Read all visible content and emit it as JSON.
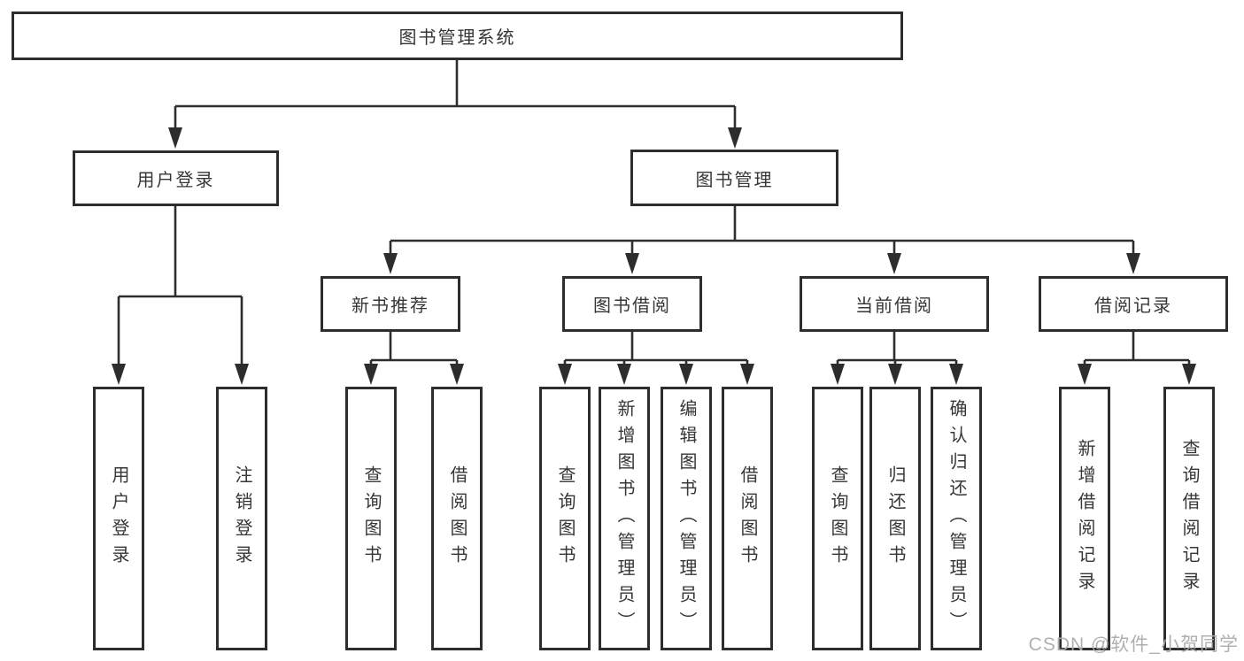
{
  "diagram": {
    "tree": {
      "label": "图书管理系统",
      "children": [
        {
          "label": "用户登录",
          "children": [
            {
              "label": "用户登录"
            },
            {
              "label": "注销登录"
            }
          ]
        },
        {
          "label": "图书管理",
          "children": [
            {
              "label": "新书推荐",
              "children": [
                {
                  "label": "查询图书"
                },
                {
                  "label": "借阅图书"
                }
              ]
            },
            {
              "label": "图书借阅",
              "children": [
                {
                  "label": "查询图书"
                },
                {
                  "label": "新增图书（管理员）"
                },
                {
                  "label": "编辑图书（管理员）"
                },
                {
                  "label": "借阅图书"
                }
              ]
            },
            {
              "label": "当前借阅",
              "children": [
                {
                  "label": "查询图书"
                },
                {
                  "label": "归还图书"
                },
                {
                  "label": "确认归还（管理员）"
                }
              ]
            },
            {
              "label": "借阅记录",
              "children": [
                {
                  "label": "新增借阅记录"
                },
                {
                  "label": "查询借阅记录"
                }
              ]
            }
          ]
        }
      ]
    },
    "watermark": "CSDN @软件_小贺同学"
  },
  "colors": {
    "line": "#2d2d2d",
    "box_border": "#2d2d2d",
    "text": "#363636",
    "watermark": "#acacac",
    "background": "#ffffff"
  }
}
